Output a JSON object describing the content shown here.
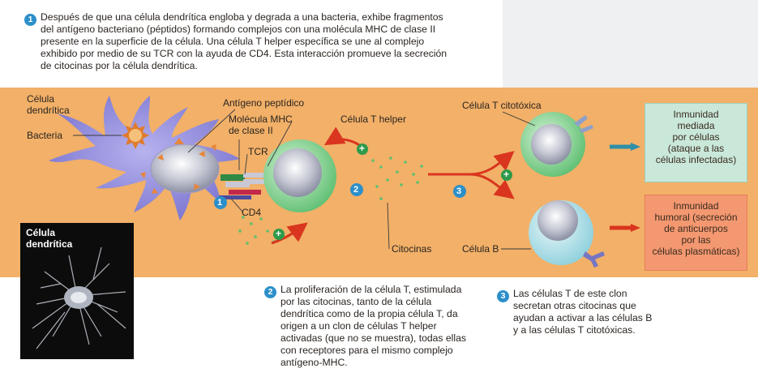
{
  "colors": {
    "band": "#f2b068",
    "accent_blue": "#2c8fc9",
    "dendritic": "#8a86d8",
    "cell_green": "#7fcf8c",
    "box_green": "#c9e8da",
    "box_orange": "#f39870",
    "arrow_red": "#d9351f"
  },
  "step1": {
    "number": "1",
    "lines": [
      "Después de que una célula dendrítica engloba y degrada a una bacteria, exhibe fragmentos",
      "del antígeno bacteriano (péptidos) formando complejos con una molécula MHC de clase II",
      "presente en la superficie de la célula. Una célula T helper específica se une al complejo",
      "exhibido por medio de su TCR con la ayuda de CD4. Esta interacción promueve la secreción",
      "de citocinas por la célula dendrítica."
    ]
  },
  "labels": {
    "celula_dendritica": [
      "Célula",
      "dendrítica"
    ],
    "bacteria": "Bacteria",
    "antigeno": "Antígeno peptídico",
    "mhc": [
      "Molécula MHC",
      "de clase II"
    ],
    "tcr": "TCR",
    "cd4": "CD4",
    "t_helper": "Célula T helper",
    "citocinas": "Citocinas",
    "t_citotoxica": "Célula T citotóxica",
    "celula_b": "Célula B",
    "photo_title": [
      "Célula",
      "dendrítica"
    ],
    "plus": "+",
    "marker1": "1",
    "marker2": "2",
    "marker3": "3"
  },
  "boxes": {
    "celular": [
      "Inmunidad",
      "mediada",
      "por células",
      "(ataque a las",
      "células infectadas)"
    ],
    "humoral": [
      "Inmunidad",
      "humoral (secreción",
      "de anticuerpos",
      "por las",
      "células plasmáticas)"
    ]
  },
  "step2": {
    "number": "2",
    "lines": [
      "La proliferación de la célula T, estimulada",
      "por las citocinas, tanto de la célula",
      "dendrítica como de la propia célula T, da",
      "origen a un clon de células T helper",
      "activadas (que no se muestra), todas ellas",
      "con receptores para el mismo complejo",
      "antígeno-MHC."
    ]
  },
  "step3": {
    "number": "3",
    "lines": [
      "Las células T de este clon",
      "secretan otras citocinas que",
      "ayudan a activar a las células B",
      "y a las células T citotóxicas."
    ]
  }
}
